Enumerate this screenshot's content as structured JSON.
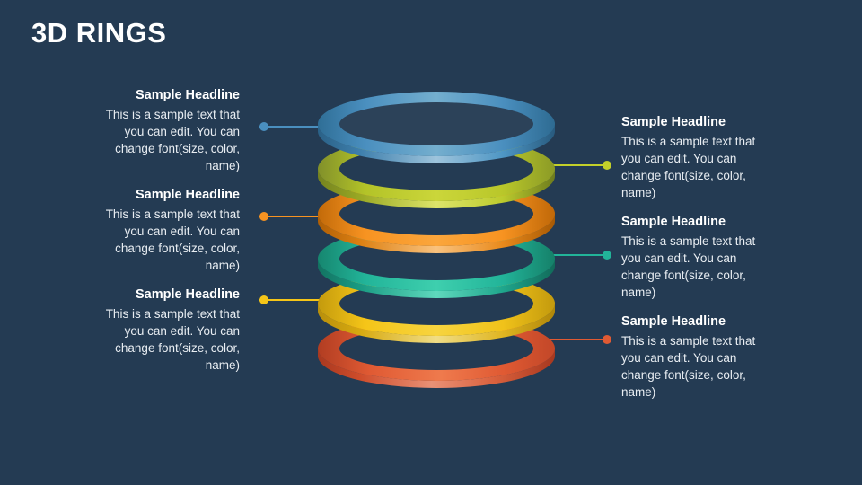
{
  "slide": {
    "title": "3D RINGS",
    "background_color": "#243b53",
    "title_color": "#ffffff"
  },
  "diagram": {
    "type": "3d-stacked-rings",
    "ring_count": 6,
    "rings": [
      {
        "index": 1,
        "name": "ring-blue",
        "color": "#4a8fbf",
        "color_dark": "#2f6e96",
        "color_light": "#9ec4dc"
      },
      {
        "index": 2,
        "name": "ring-yellowgreen",
        "color": "#c3d02a",
        "color_dark": "#81902a",
        "color_light": "#dde46a"
      },
      {
        "index": 3,
        "name": "ring-orange",
        "color": "#f79321",
        "color_dark": "#c26a09",
        "color_light": "#f9b860"
      },
      {
        "index": 4,
        "name": "ring-teal",
        "color": "#22b499",
        "color_dark": "#16866f",
        "color_light": "#5fd8bd"
      },
      {
        "index": 5,
        "name": "ring-yellow",
        "color": "#f5c518",
        "color_dark": "#c39a0d",
        "color_light": "#f5dd72"
      },
      {
        "index": 6,
        "name": "ring-redorange",
        "color": "#e05a33",
        "color_dark": "#b13d22",
        "color_light": "#e99176"
      }
    ]
  },
  "callouts": {
    "left": [
      {
        "id": "callout-left-1",
        "headline": "Sample Headline",
        "body": "This is a sample text that you can edit. You can change font(size, color, name)",
        "dot_color": "#4a8fbf",
        "line_color": "#4a8fbf"
      },
      {
        "id": "callout-left-2",
        "headline": "Sample Headline",
        "body": "This is a sample text that you can edit. You can change font(size, color, name)",
        "dot_color": "#f79321",
        "line_color": "#f79321"
      },
      {
        "id": "callout-left-3",
        "headline": "Sample Headline",
        "body": "This is a sample text that you can edit. You can change font(size, color, name)",
        "dot_color": "#f5c518",
        "line_color": "#f5c518"
      }
    ],
    "right": [
      {
        "id": "callout-right-1",
        "headline": "Sample Headline",
        "body": "This is a sample text that you can edit. You can change font(size, color, name)",
        "dot_color": "#c3d02a",
        "line_color": "#c3d02a"
      },
      {
        "id": "callout-right-2",
        "headline": "Sample Headline",
        "body": "This is a sample text that you can edit. You can change font(size, color, name)",
        "dot_color": "#22b499",
        "line_color": "#22b499"
      },
      {
        "id": "callout-right-3",
        "headline": "Sample Headline",
        "body": "This is a sample text that you can edit. You can change font(size, color, name)",
        "dot_color": "#e05a33",
        "line_color": "#e05a33"
      }
    ]
  }
}
